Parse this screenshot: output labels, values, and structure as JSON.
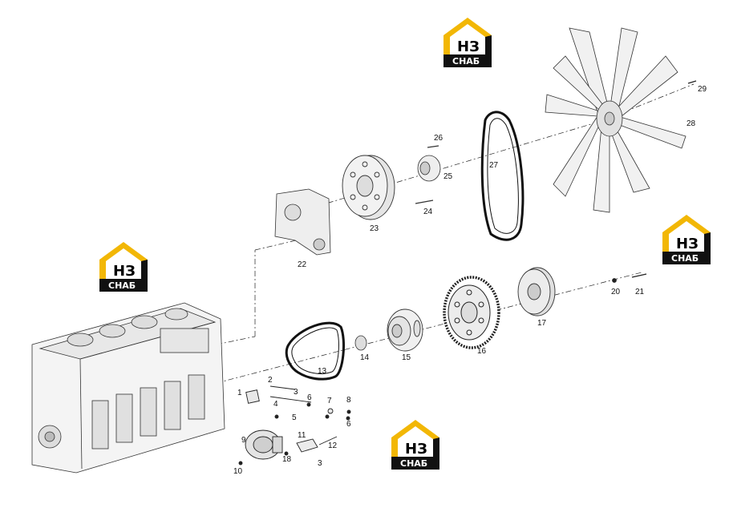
{
  "logo": {
    "main": "НЗ",
    "sub": "СНАБ"
  },
  "callouts": [
    "1",
    "2",
    "3",
    "4",
    "5",
    "6",
    "7",
    "8",
    "9",
    "10",
    "11",
    "12",
    "13",
    "14",
    "15",
    "16",
    "17",
    "18",
    "20",
    "21",
    "22",
    "23",
    "24",
    "25",
    "26",
    "27",
    "28",
    "29"
  ],
  "colors": {
    "logo_yellow": "#f2b705",
    "logo_dark": "#111111",
    "line": "#222222"
  }
}
